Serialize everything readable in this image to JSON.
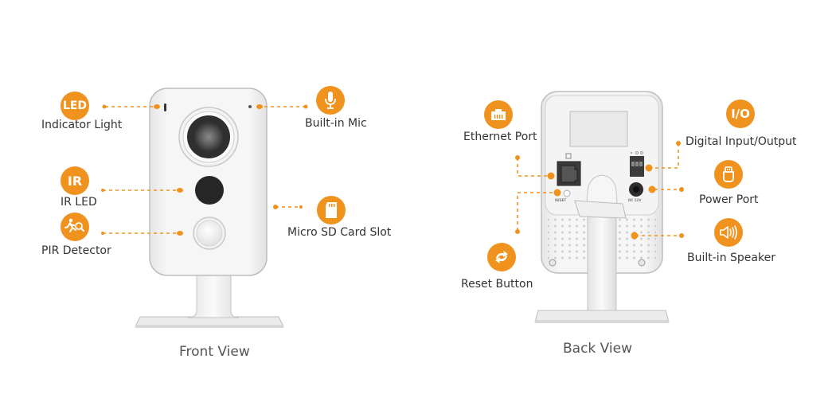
{
  "accent_color": "#f0921e",
  "front": {
    "caption": "Front View",
    "callouts": [
      {
        "id": "indicator-light",
        "label": "Indicator Light",
        "badge_text": "LED",
        "icon": "led-icon"
      },
      {
        "id": "ir-led",
        "label": "IR LED",
        "badge_text": "IR",
        "icon": "ir-icon"
      },
      {
        "id": "pir-detector",
        "label": "PIR Detector",
        "badge_text": "",
        "icon": "running-person-search-icon"
      },
      {
        "id": "built-in-mic",
        "label": "Built-in Mic",
        "badge_text": "",
        "icon": "microphone-icon"
      },
      {
        "id": "micro-sd-slot",
        "label": "Micro SD Card Slot",
        "badge_text": "",
        "icon": "sd-card-icon"
      }
    ]
  },
  "back": {
    "caption": "Back View",
    "port_labels": {
      "reset": "RESET",
      "dc": "DC 12V"
    },
    "callouts": [
      {
        "id": "ethernet-port",
        "label": "Ethernet Port",
        "badge_text": "",
        "icon": "ethernet-icon"
      },
      {
        "id": "reset-button",
        "label": "Reset Button",
        "badge_text": "",
        "icon": "reset-icon"
      },
      {
        "id": "digital-io",
        "label": "Digital Input/Output",
        "badge_text": "I/O",
        "icon": "io-icon"
      },
      {
        "id": "power-port",
        "label": "Power Port",
        "badge_text": "",
        "icon": "power-plug-icon"
      },
      {
        "id": "built-in-speaker",
        "label": "Built-in Speaker",
        "badge_text": "",
        "icon": "speaker-icon"
      }
    ]
  }
}
